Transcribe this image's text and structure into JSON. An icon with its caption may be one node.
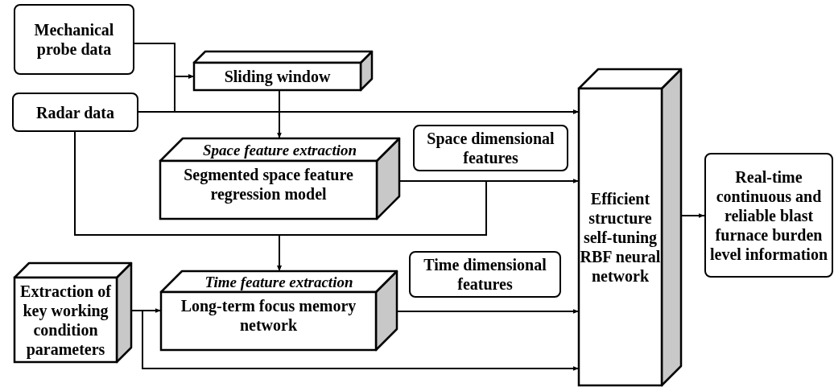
{
  "diagram": {
    "nodes": [
      {
        "text": [
          "Mechanical probe data"
        ]
      },
      {
        "text": [
          "Radar data"
        ]
      },
      {
        "text": [
          "Sliding window"
        ]
      },
      {
        "text": [
          "Space feature extraction",
          "Segmented space feature regression model"
        ]
      },
      {
        "text": [
          "Space dimensional features"
        ]
      },
      {
        "text": [
          "Extraction of key working condition parameters"
        ]
      },
      {
        "text": [
          "Time feature extraction",
          "Long-term focus memory network"
        ]
      },
      {
        "text": [
          "Time dimensional features"
        ]
      },
      {
        "text": [
          "Efficient structure self-tuning RBF neural network"
        ]
      },
      {
        "text": [
          "Real-time continuous and reliable blast furnace burden level information"
        ]
      }
    ],
    "edges": [
      {
        "from": 0,
        "to": 2,
        "arrow": "to"
      },
      {
        "from": 1,
        "to": 2,
        "arrow": "to"
      },
      {
        "from": 0,
        "to": 8,
        "arrow": "to"
      },
      {
        "from": 1,
        "to": 8,
        "arrow": "to"
      },
      {
        "from": 2,
        "to": 3,
        "arrow": "to"
      },
      {
        "from": 3,
        "to": 8,
        "arrow": "to"
      },
      {
        "from": 3,
        "to": 6,
        "arrow": "to"
      },
      {
        "from": 1,
        "to": 6,
        "arrow": "to"
      },
      {
        "from": 5,
        "to": 6,
        "arrow": "to"
      },
      {
        "from": 5,
        "to": 8,
        "arrow": "to"
      },
      {
        "from": 6,
        "to": 8,
        "arrow": "to"
      },
      {
        "from": 8,
        "to": 9,
        "arrow": "to"
      }
    ]
  }
}
